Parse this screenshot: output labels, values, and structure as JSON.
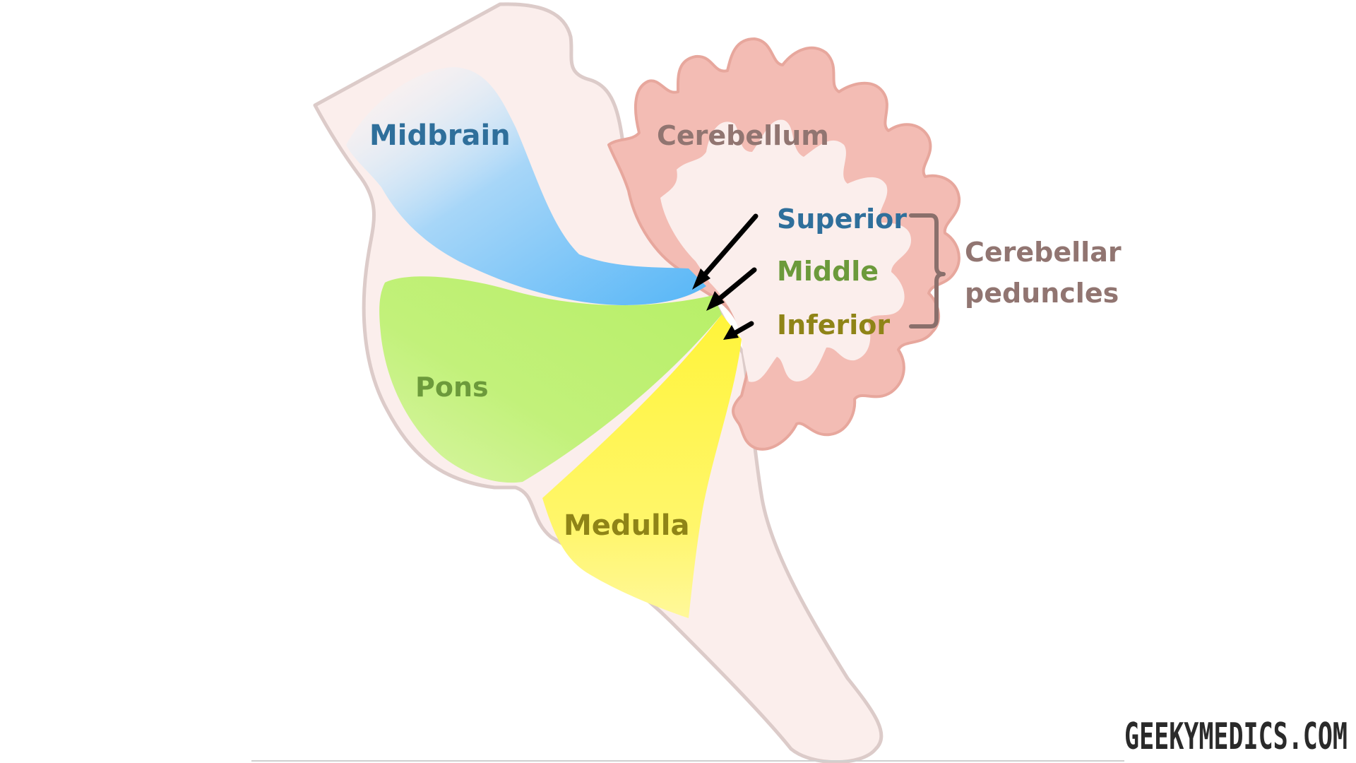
{
  "regions": {
    "midbrain": "Midbrain",
    "pons": "Pons",
    "medulla": "Medulla",
    "cerebellum": "Cerebellum"
  },
  "peduncles": {
    "superior": "Superior",
    "middle": "Middle",
    "inferior": "Inferior",
    "group_label_line1": "Cerebellar",
    "group_label_line2": "peduncles"
  },
  "watermark": "GEEKYMEDICS.COM",
  "colors": {
    "background": "#ffffff",
    "brainstem_fill": "#fbeeec",
    "outline": "#dccbc9",
    "cerebellum_fill": "#f3bcb4",
    "cerebellum_stroke": "#e7a79d",
    "midbrain_fill": "#56b6f7",
    "pons_fill": "#b9f16a",
    "medulla_fill": "#fff443",
    "superior_text": "#2f6f9b",
    "middle_text": "#6c9a3b",
    "inferior_text": "#8f8417",
    "label_brown": "#917571",
    "arrow": "#000000",
    "watermark": "#2a2a2a"
  }
}
